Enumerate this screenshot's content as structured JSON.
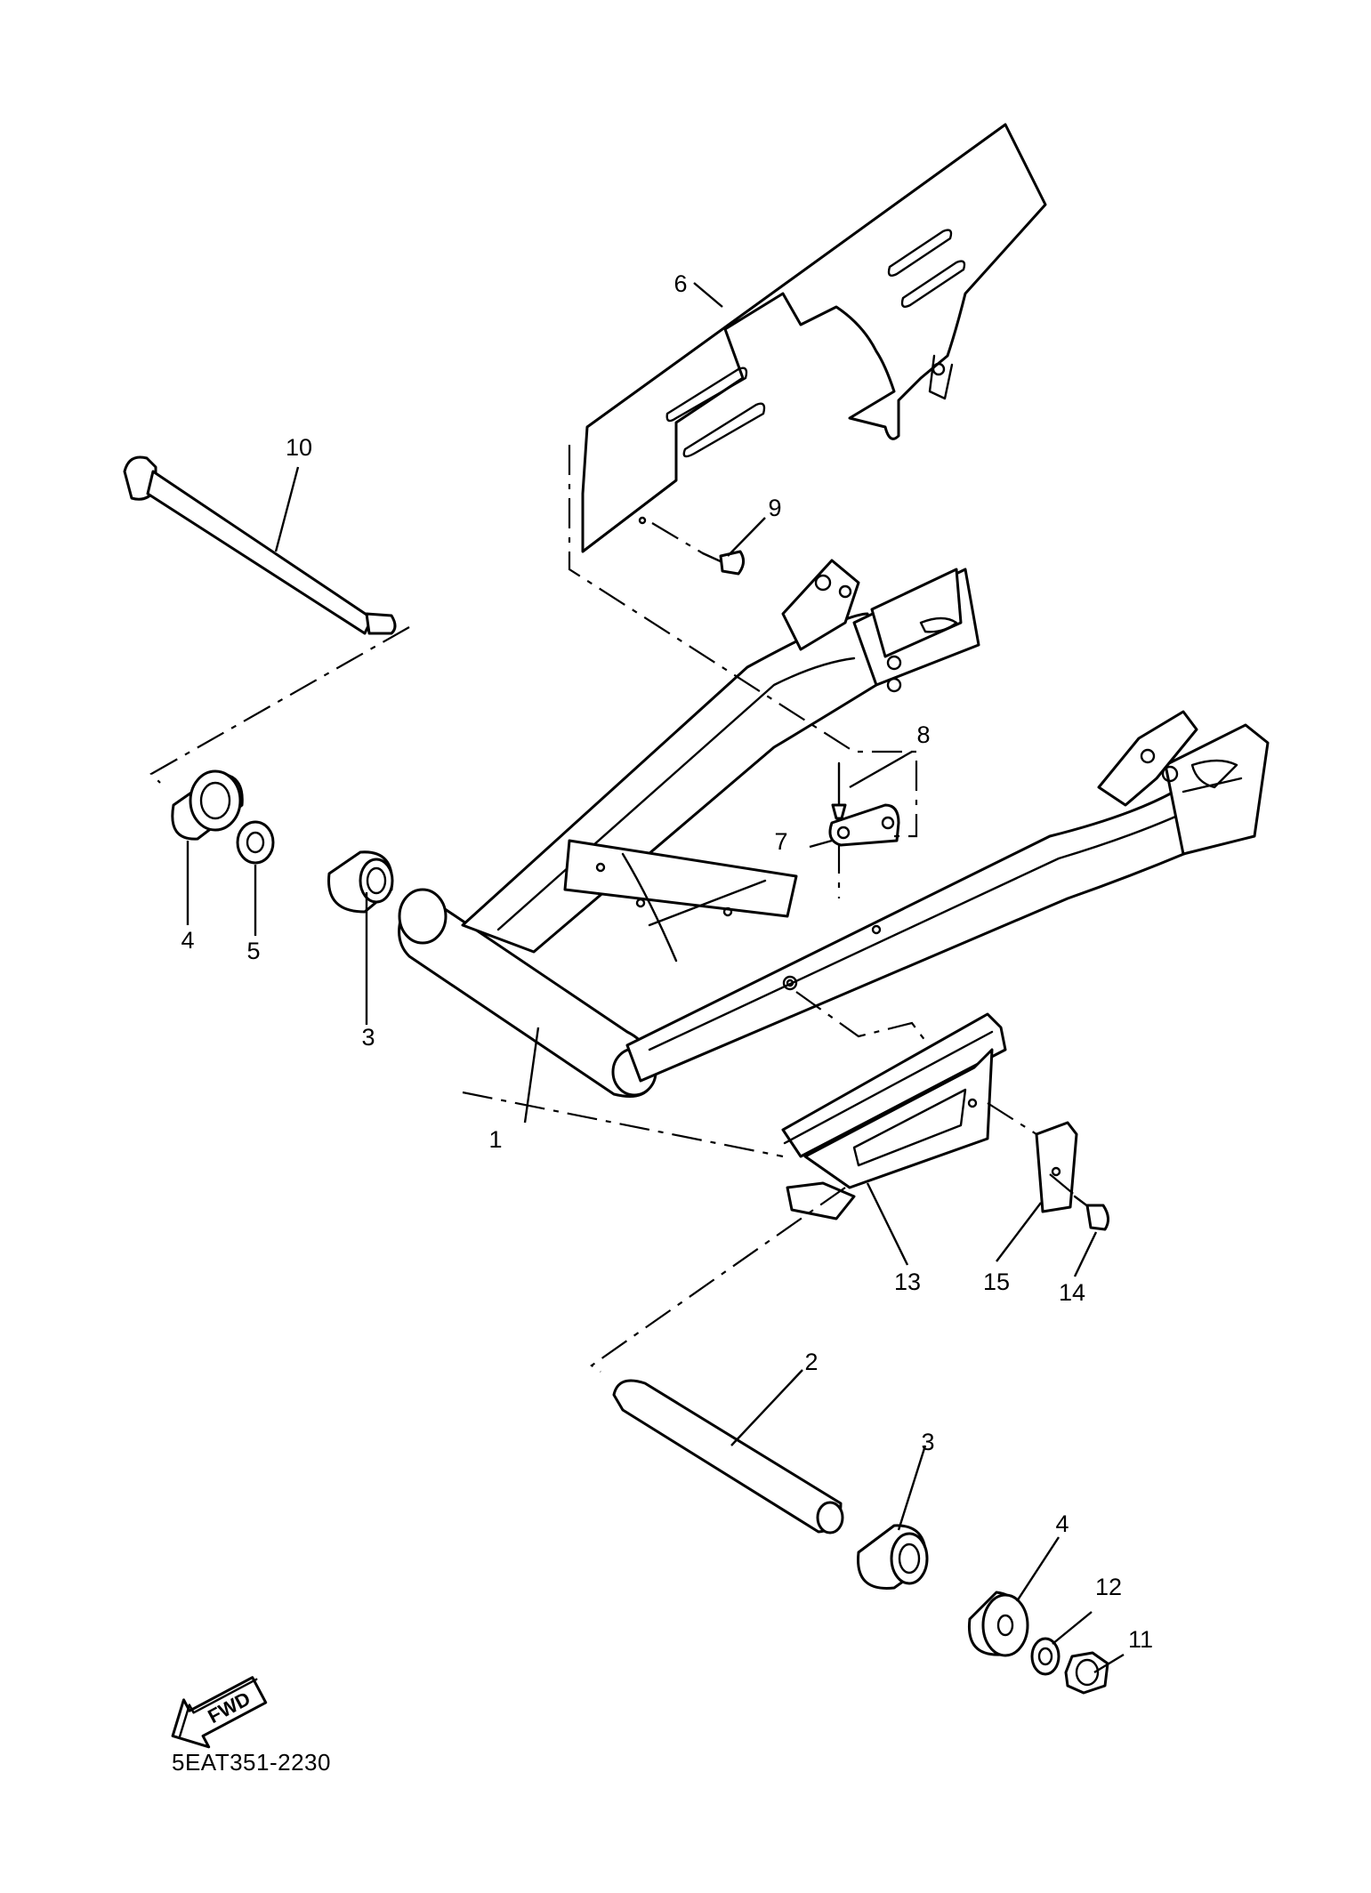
{
  "callouts": {
    "n1": "1",
    "n2": "2",
    "n3a": "3",
    "n3b": "3",
    "n4a": "4",
    "n4b": "4",
    "n5": "5",
    "n6": "6",
    "n7": "7",
    "n8": "8",
    "n9": "9",
    "n10": "10",
    "n11": "11",
    "n12": "12",
    "n13": "13",
    "n14": "14",
    "n15": "15"
  },
  "fwd_label": "FWD",
  "diagram_code": "5EAT351-2230"
}
